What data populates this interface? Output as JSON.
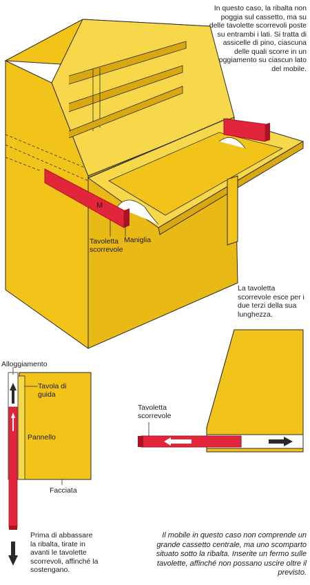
{
  "texts": {
    "top_caption": "In questo caso, la ribalta non poggia sul cassetto, ma su delle tavolette scorrevoli poste su entrambi i lati. Si tratta di assicelle di pino, ciascuna delle quali scorre in un alloggiamento su ciascun lato del mobile.",
    "mid_caption": "La tavoletta scorrevole esce per i due terzi della sua lunghezza.",
    "bottom_left_caption": "Prima di abbassare la ribalta, tirate in avanti le tavolette scorrevoli, affinché la sostengano.",
    "bottom_right_caption": "Il mobile in questo caso non comprende un grande cassetto centrale, ma uno scomparto situato sotto la ribalta. Inserite un fermo sulle tavolette, affinché non possano uscire oltre il previsto."
  },
  "labels": {
    "m": "M",
    "tavoletta_scorrevole": "Tavoletta scorrevole",
    "maniglia": "Maniglia",
    "alloggiamento": "Alloggiamento",
    "tavola_di_guida": "Tavola di guida",
    "pannello": "Pannello",
    "facciata": "Facciata",
    "tavoletta_scorrevole_2": "Tavoletta scorrevole"
  },
  "colors": {
    "wood": "#f2c318",
    "wood_dark": "#d9a710",
    "wood_light": "#f7d84a",
    "red": "#e2253a",
    "red_dark": "#a81424",
    "outline": "#2a2a2a"
  }
}
